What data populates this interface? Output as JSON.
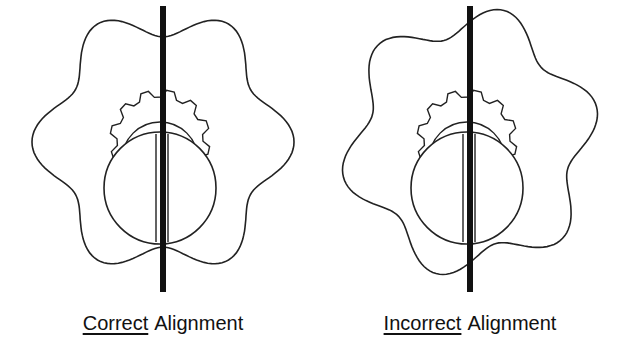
{
  "diagram": {
    "labels": [
      "Correct",
      "Alignment",
      "Incorrect",
      "Alignment"
    ]
  }
}
